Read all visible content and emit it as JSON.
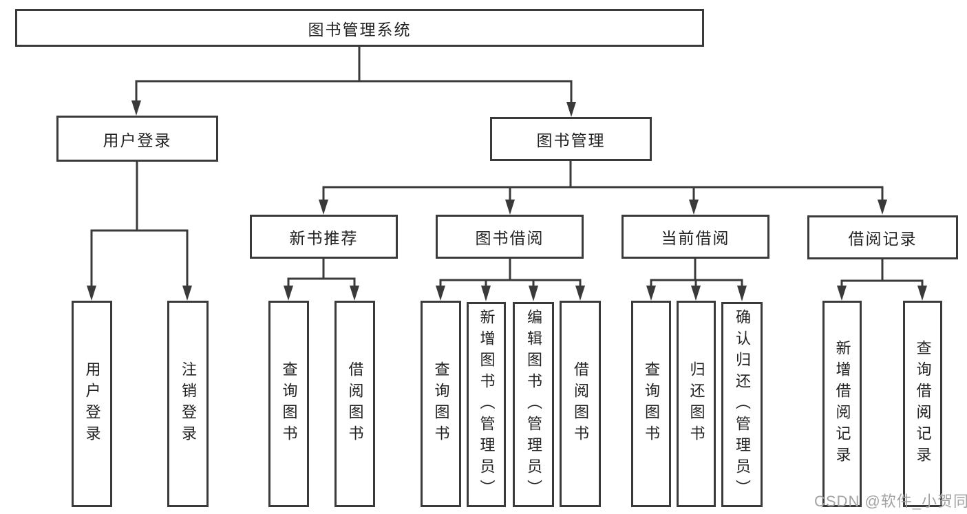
{
  "colors": {
    "line": "#3a3a3a",
    "text": "#222222",
    "watermark": "#a3a3a3"
  },
  "watermark": "CSDN @软件_小贺同学",
  "tree": {
    "label": "图书管理系统",
    "children": [
      {
        "label": "用户登录",
        "children": [
          {
            "label": "用户登录"
          },
          {
            "label": "注销登录"
          }
        ]
      },
      {
        "label": "图书管理",
        "children": [
          {
            "label": "新书推荐",
            "children": [
              {
                "label": "查询图书"
              },
              {
                "label": "借阅图书"
              }
            ]
          },
          {
            "label": "图书借阅",
            "children": [
              {
                "label": "查询图书"
              },
              {
                "label": "新增图书（管理员）"
              },
              {
                "label": "编辑图书（管理员）"
              },
              {
                "label": "借阅图书"
              }
            ]
          },
          {
            "label": "当前借阅",
            "children": [
              {
                "label": "查询图书"
              },
              {
                "label": "归还图书"
              },
              {
                "label": "确认归还（管理员）"
              }
            ]
          },
          {
            "label": "借阅记录",
            "children": [
              {
                "label": "新增借阅记录"
              },
              {
                "label": "查询借阅记录"
              }
            ]
          }
        ]
      }
    ]
  }
}
